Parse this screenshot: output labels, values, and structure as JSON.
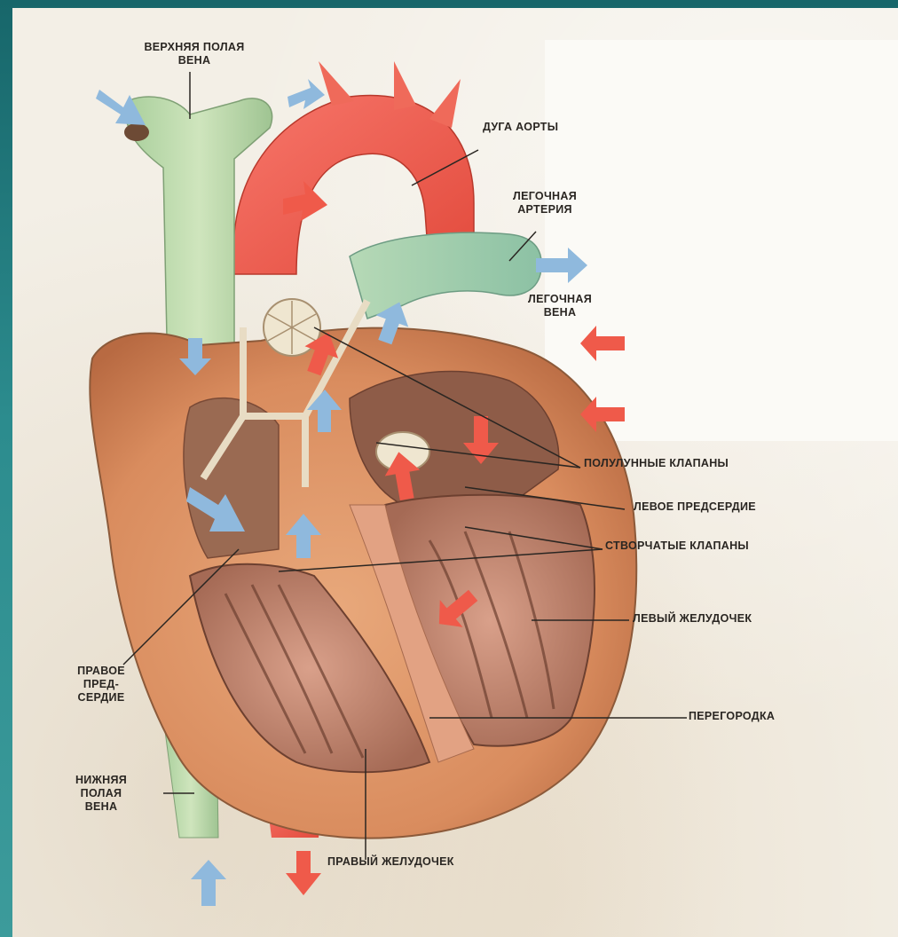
{
  "labels": {
    "superior_vena_cava": [
      "ВЕРХНЯЯ ПОЛАЯ",
      "ВЕНА"
    ],
    "aortic_arch": "ДУГА АОРТЫ",
    "pulmonary_artery": [
      "ЛЕГОЧНАЯ",
      "АРТЕРИЯ"
    ],
    "pulmonary_vein": [
      "ЛЕГОЧНАЯ",
      "ВЕНА"
    ],
    "semilunar_valves": "ПОЛУЛУННЫЕ КЛАПАНЫ",
    "left_atrium": "ЛЕВОЕ ПРЕДСЕРДИЕ",
    "cuspid_valves": "СТВОРЧАТЫЕ КЛАПАНЫ",
    "left_ventricle": "ЛЕВЫЙ ЖЕЛУДОЧЕК",
    "right_atrium": [
      "ПРАВОЕ",
      "ПРЕД-",
      "СЕРДИЕ"
    ],
    "septum": "ПЕРЕГОРОДКА",
    "inferior_vena_cava": [
      "НИЖНЯЯ",
      "ПОЛАЯ",
      "ВЕНА"
    ],
    "right_ventricle": "ПРАВЫЙ ЖЕЛУДОЧЕК"
  },
  "colors": {
    "frame": "#2f7f82",
    "paper": "#f3efe6",
    "venous_blue": "#8fb9dd",
    "arterial_red": "#ef5a4a",
    "vena_green": "#b9d8a8",
    "heart_muscle": "#d98c5e",
    "heart_interior": "#b5806a"
  }
}
